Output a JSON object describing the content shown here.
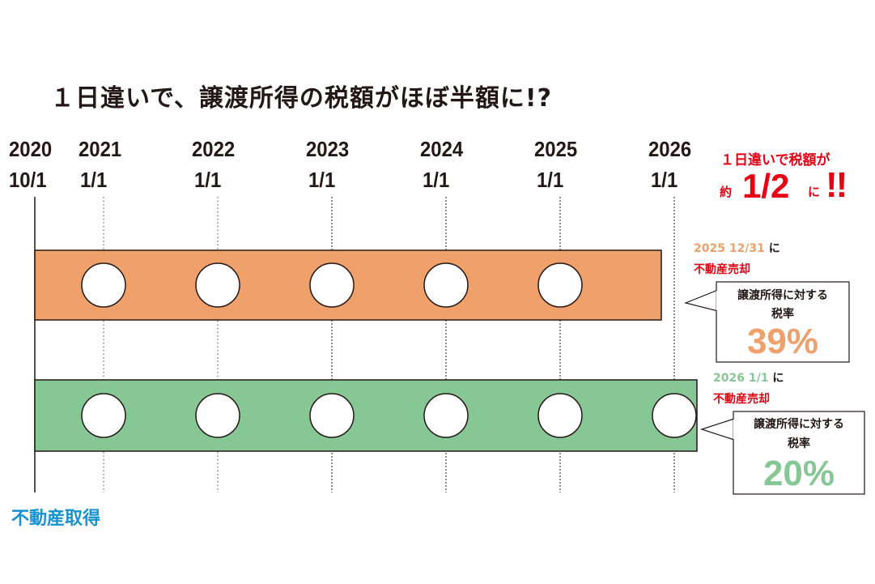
{
  "title": "１日違いで、譲渡所得の税額がほぼ半額に!?",
  "timeline": [
    {
      "year": "2020",
      "md": "10/1"
    },
    {
      "year": "2021",
      "md": "1/1"
    },
    {
      "year": "2022",
      "md": "1/1"
    },
    {
      "year": "2023",
      "md": "1/1"
    },
    {
      "year": "2024",
      "md": "1/1"
    },
    {
      "year": "2025",
      "md": "1/1"
    },
    {
      "year": "2026",
      "md": "1/1"
    }
  ],
  "colors": {
    "orange_bar": "#f0a06a",
    "green_bar": "#87c795",
    "orange_text": "#f0a06a",
    "green_text": "#87c795",
    "red": "#e60012",
    "blue": "#1592d0"
  },
  "headline": {
    "line1": "１日違いで税額が",
    "prefix": "約",
    "fraction": "1/2",
    "suffix": "に",
    "exclaim": "!!"
  },
  "case_2025": {
    "date": "2025 12/31",
    "particle": "に",
    "action": "不動産売却",
    "box_line1": "譲渡所得に対する",
    "box_line2": "税率",
    "rate": "39%",
    "year_circles": 5
  },
  "case_2026": {
    "date": "2026 1/1",
    "particle": "に",
    "action": "不動産売却",
    "box_line1": "譲渡所得に対する",
    "box_line2": "税率",
    "rate": "20%",
    "year_circles": 6
  },
  "acquisition_label": "不動産取得"
}
